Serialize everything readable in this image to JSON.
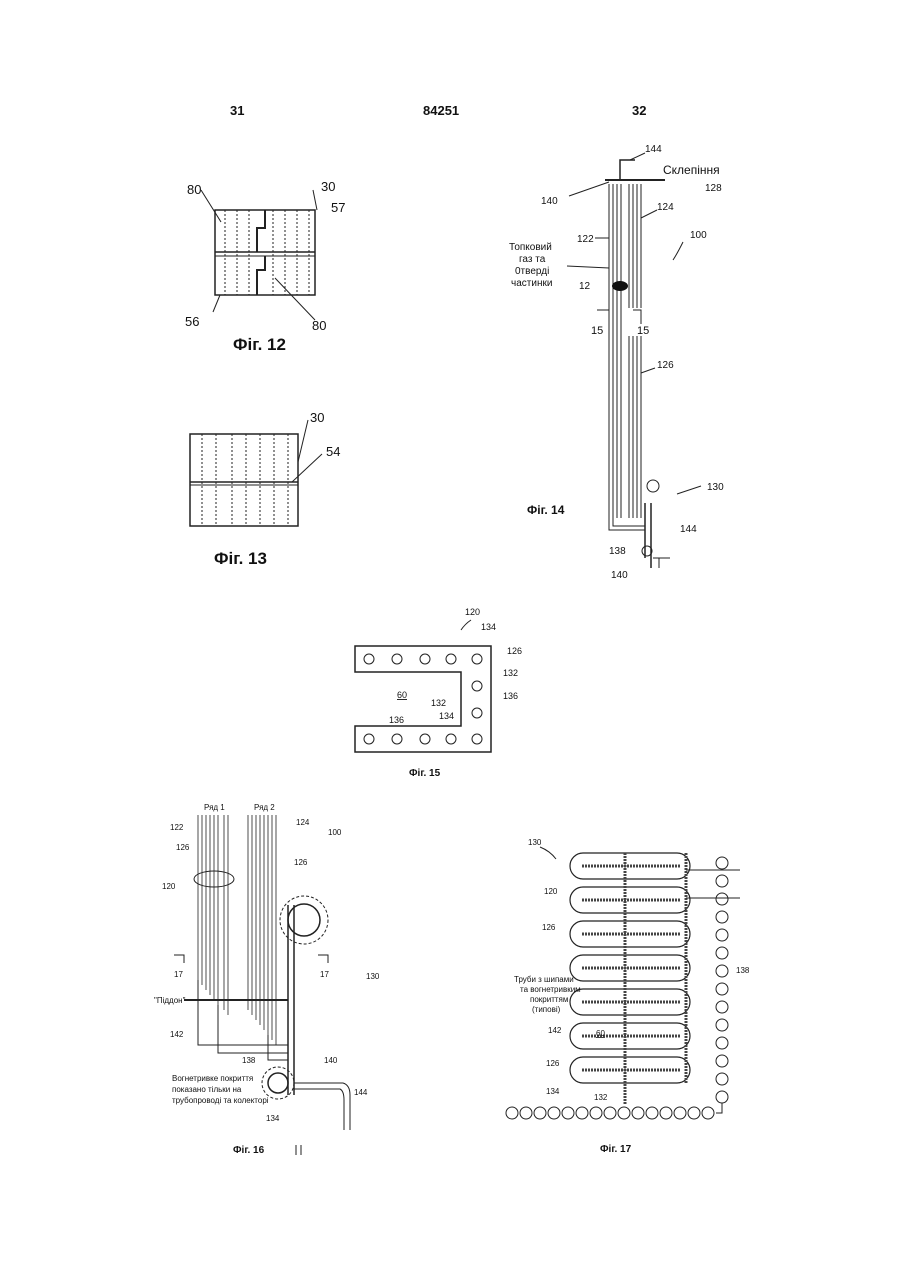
{
  "header": {
    "left_page": "31",
    "patent_number": "84251",
    "right_page": "32"
  },
  "fig12": {
    "caption": "Фіг. 12",
    "labels": {
      "r80a": "80",
      "r30": "30",
      "r57": "57",
      "r56": "56",
      "r80b": "80"
    }
  },
  "fig13": {
    "caption": "Фіг. 13",
    "labels": {
      "r30": "30",
      "r54": "54"
    }
  },
  "fig14": {
    "caption": "Фіг. 14",
    "labels": {
      "r144a": "144",
      "vault": "Склепіння",
      "r128": "128",
      "r140a": "140",
      "r124": "124",
      "r122": "122",
      "r100": "100",
      "gas1": "Топковий",
      "gas2": "газ та",
      "gas3": "0тверді",
      "gas4": "частинки",
      "r12": "12",
      "r15a": "15",
      "r15b": "15",
      "r126": "126",
      "r130": "130",
      "r144b": "144",
      "r138": "138",
      "r140b": "140"
    }
  },
  "fig15": {
    "caption": "Фіг. 15",
    "labels": {
      "r120": "120",
      "r134a": "134",
      "r126": "126",
      "r132a": "132",
      "r136a": "136",
      "r60": "60",
      "r132b": "132",
      "r136b": "136",
      "r134b": "134"
    }
  },
  "fig16": {
    "caption": "Фіг. 16",
    "labels": {
      "row1": "Ряд 1",
      "row2": "Ряд 2",
      "r122": "122",
      "r124": "124",
      "r100": "100",
      "r126a": "126",
      "r126b": "126",
      "r120": "120",
      "r17a": "17",
      "r17b": "17",
      "r130": "130",
      "tray": "\"Піддон\"",
      "r142": "142",
      "r138": "138",
      "r140": "140",
      "note1": "Вогнетривке покриття",
      "note2": "показано тільки  на",
      "note3": "трубопроводі та колекторі",
      "r134": "134",
      "r144": "144"
    }
  },
  "fig17": {
    "caption": "Фіг. 17",
    "labels": {
      "r130": "130",
      "r120": "120",
      "r126a": "126",
      "r138": "138",
      "tubes1": "Труби з шипами",
      "tubes2": "та вогнетривким",
      "tubes3": "покриттям",
      "tubes4": "(типові)",
      "r142": "142",
      "r60": "60",
      "r126b": "126",
      "r134": "134",
      "r132": "132"
    }
  }
}
